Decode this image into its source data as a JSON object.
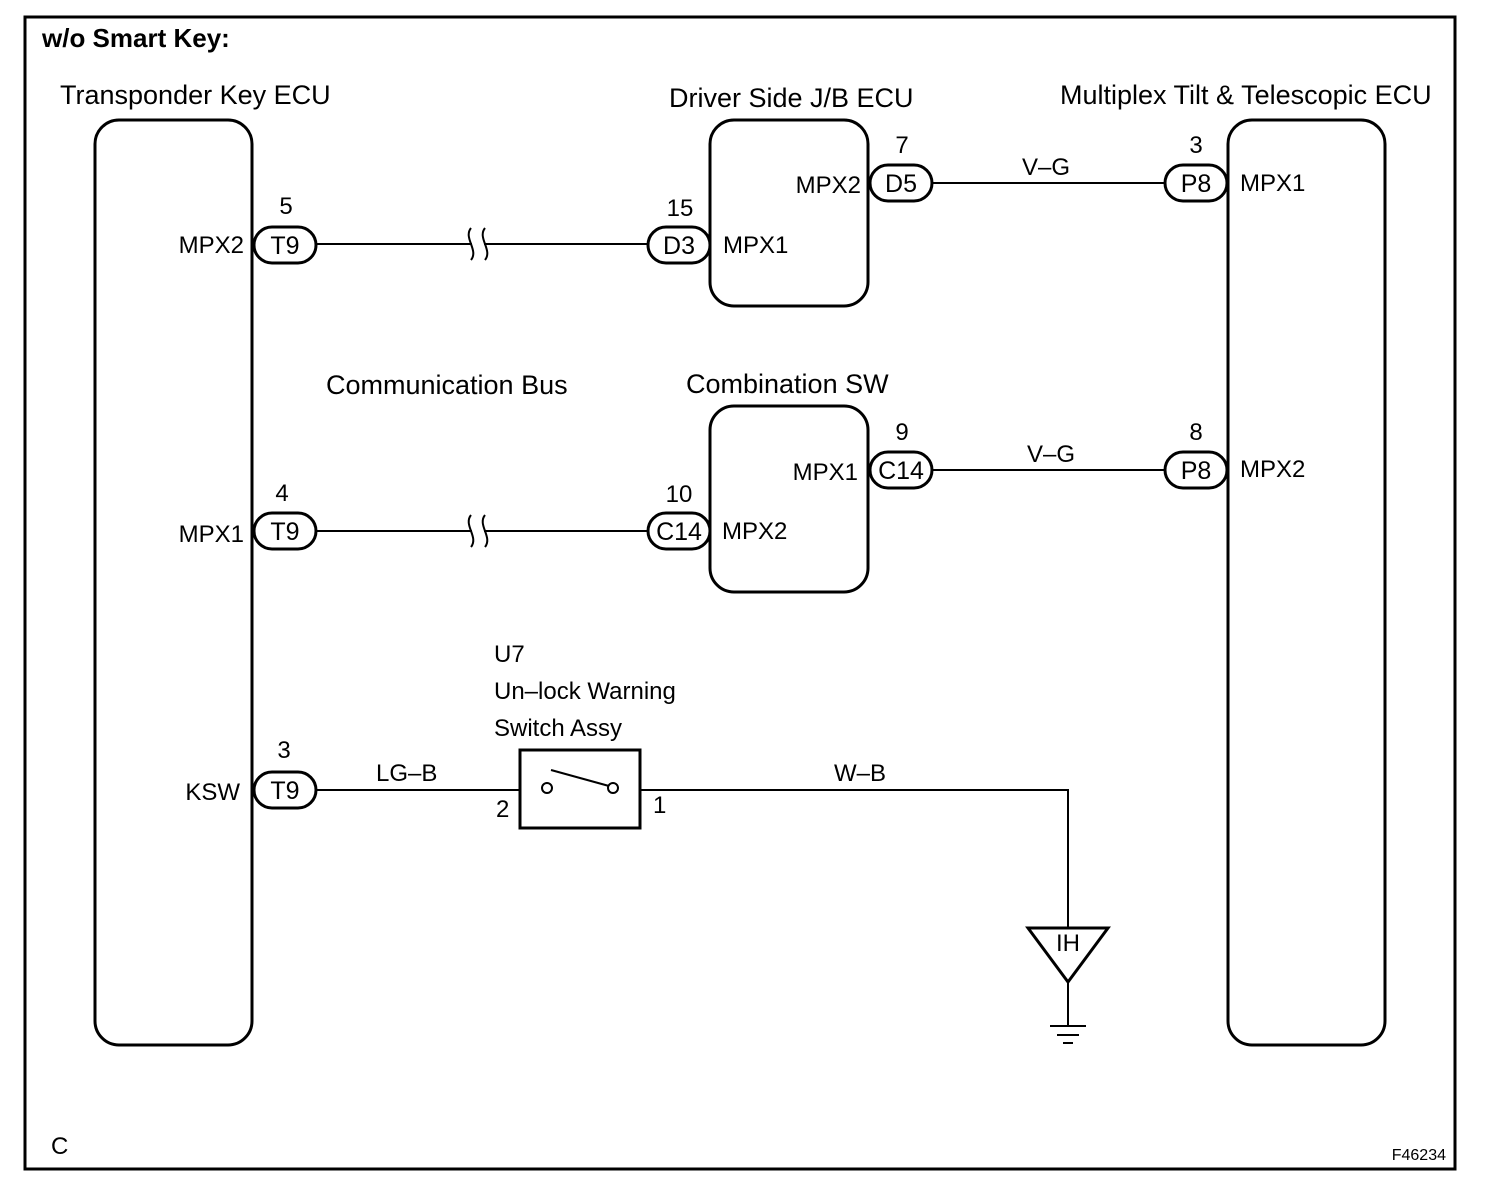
{
  "title": "w/o Smart Key:",
  "corner_label": "C",
  "figure_id": "F46234",
  "components": {
    "transponder_ecu": "Transponder Key ECU",
    "driver_jb_ecu": "Driver Side J/B ECU",
    "multiplex_ecu": "Multiplex Tilt & Telescopic ECU",
    "combination_sw": "Combination SW",
    "unlock_switch_code": "U7",
    "unlock_switch_line1": "Un–lock Warning",
    "unlock_switch_line2": "Switch Assy",
    "ground": "IH"
  },
  "labels": {
    "comm_bus": "Communication Bus"
  },
  "terminals": {
    "tk_mpx2": {
      "signal": "MPX2",
      "pin": "5",
      "connector": "T9"
    },
    "tk_mpx1": {
      "signal": "MPX1",
      "pin": "4",
      "connector": "T9"
    },
    "tk_ksw": {
      "signal": "KSW",
      "pin": "3",
      "connector": "T9"
    },
    "jb_mpx1": {
      "signal": "MPX1",
      "pin": "15",
      "connector": "D3"
    },
    "jb_mpx2": {
      "signal": "MPX2",
      "pin": "7",
      "connector": "D5"
    },
    "cs_mpx2": {
      "signal": "MPX2",
      "pin": "10",
      "connector": "C14"
    },
    "cs_mpx1": {
      "signal": "MPX1",
      "pin": "9",
      "connector": "C14"
    },
    "mt_mpx1": {
      "signal": "MPX1",
      "pin": "3",
      "connector": "P8"
    },
    "mt_mpx2": {
      "signal": "MPX2",
      "pin": "8",
      "connector": "P8"
    },
    "sw_pin2": "2",
    "sw_pin1": "1"
  },
  "wires": {
    "jb_to_mt": "V–G",
    "cs_to_mt": "V–G",
    "ksw_to_sw": "LG–B",
    "sw_to_ground": "W–B"
  }
}
